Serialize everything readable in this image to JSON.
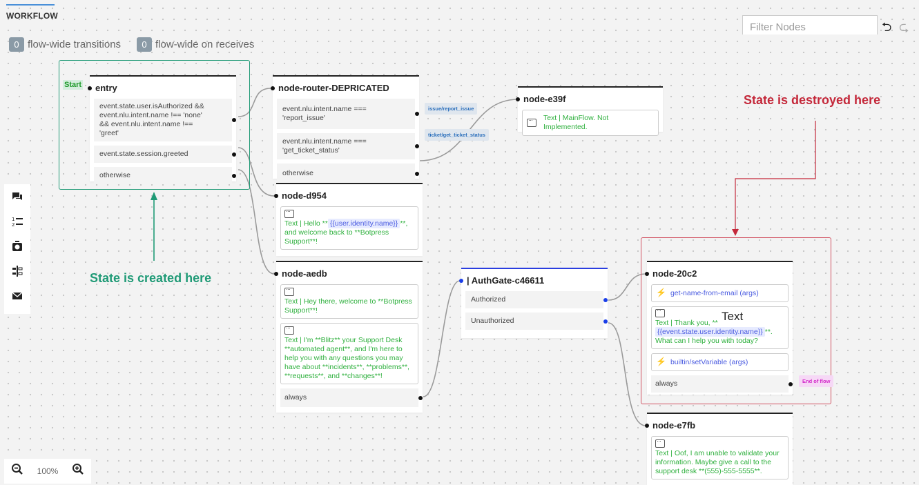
{
  "header": {
    "tab": "WORKFLOW",
    "flow_wide_transitions": {
      "count": "0",
      "label": "flow-wide transitions"
    },
    "flow_wide_receives": {
      "count": "0",
      "label": "flow-wide on receives"
    },
    "filter_placeholder": "Filter Nodes"
  },
  "nodes": {
    "entry": {
      "start_badge": "Start",
      "title": "entry",
      "transitions": [
        "event.state.user.isAuthorized && event.nlu.intent.name !== 'none' && event.nlu.intent.name !== 'greet'",
        "event.state.session.greeted",
        "otherwise"
      ]
    },
    "router": {
      "title": "node-router-DEPRICATED",
      "transitions": [
        "event.nlu.intent.name === 'report_issue'",
        "event.nlu.intent.name === 'get_ticket_status'",
        "otherwise"
      ],
      "tags": [
        "issue/report_issue",
        "ticket/get_ticket_status"
      ]
    },
    "e39f": {
      "title": "node-e39f",
      "content": "Text | MainFlow. Not Implemented."
    },
    "d954": {
      "title": "node-d954",
      "content_pre": "Text | Hello **",
      "content_var": "{{user.identity.name}}",
      "content_post": "**, and welcome back to **Botpress Support**!"
    },
    "aedb": {
      "title": "node-aedb",
      "content1": "Text | Hey there, welcome to **Botpress Support**!",
      "content2": "Text | I'm **Blitz** your Support Desk **automated agent**, and I'm here to help you with any questions you may have about **incidents**, **problems**, **requests**, and **changes**!",
      "transition": "always"
    },
    "authgate": {
      "title": "| AuthGate-c46611",
      "transitions": [
        "Authorized",
        "Unauthorized"
      ]
    },
    "n20c2": {
      "title": "node-20c2",
      "skill1": "get-name-from-email (args)",
      "content_pre": "Text | Thank you, **",
      "content_var": "{{event.state.user.identity.name}}",
      "content_post": "**. What can I help you with today?",
      "overlay_text": "Text",
      "skill2": "builtin/setVariable (args)",
      "transition": "always",
      "end_tag": "End of flow"
    },
    "e7fb": {
      "title": "node-e7fb",
      "content": "Text | Oof, I am unable to validate your information. Maybe give a call to the support desk **(555)-555-5555**."
    }
  },
  "annotations": {
    "created": "State is created here",
    "destroyed": "State is destroyed here",
    "green": "#1f9a76",
    "red": "#c4283a"
  },
  "zoom": {
    "level": "100%"
  }
}
